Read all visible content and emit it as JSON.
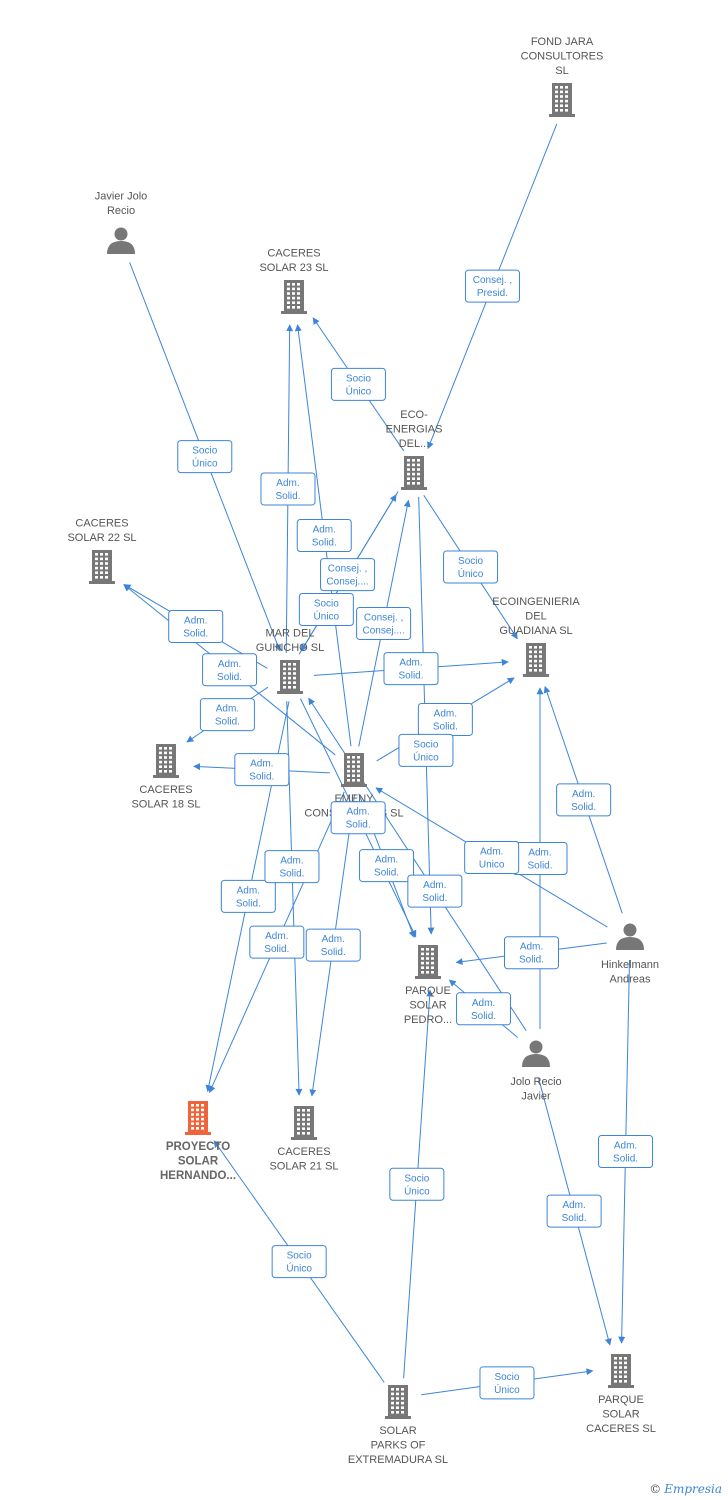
{
  "colors": {
    "edge": "#3d85d8",
    "company": "#777777",
    "person": "#777777",
    "highlight": "#f0643c"
  },
  "watermark": {
    "symbol": "©",
    "brand": "Empresia"
  },
  "nodes": [
    {
      "id": "fondjara",
      "type": "company",
      "lines": [
        "FOND JARA",
        "CONSULTORES",
        "SL"
      ]
    },
    {
      "id": "javierjolo",
      "type": "person",
      "lines": [
        "Javier Jolo",
        "Recio"
      ]
    },
    {
      "id": "caceres23",
      "type": "company",
      "lines": [
        "CACERES",
        "SOLAR 23 SL"
      ]
    },
    {
      "id": "ecoenergias",
      "type": "company",
      "lines": [
        "ECO-",
        "ENERGIAS",
        "DEL..."
      ]
    },
    {
      "id": "caceres22",
      "type": "company",
      "lines": [
        "CACERES",
        "SOLAR 22 SL"
      ]
    },
    {
      "id": "ecoingenieria",
      "type": "company",
      "lines": [
        "ECOINGENIERIA",
        "DEL",
        "GUADIANA  SL"
      ]
    },
    {
      "id": "mardel",
      "type": "company",
      "lines": [
        "MAR DEL",
        "GUINCHO SL"
      ]
    },
    {
      "id": "caceres18",
      "type": "company",
      "lines": [
        "CACERES",
        "SOLAR 18 SL"
      ]
    },
    {
      "id": "emeny",
      "type": "company",
      "lines": [
        "EMENY",
        "CONSULTORES SL"
      ]
    },
    {
      "id": "hinkelmann",
      "type": "person",
      "lines": [
        "Hinkelmann",
        "Andreas"
      ]
    },
    {
      "id": "parquepedro",
      "type": "company",
      "lines": [
        "PARQUE",
        "SOLAR",
        "PEDRO..."
      ]
    },
    {
      "id": "jolorecio",
      "type": "person",
      "lines": [
        "Jolo Recio",
        "Javier"
      ]
    },
    {
      "id": "proyecto",
      "type": "company",
      "main": true,
      "lines": [
        "PROYECTO",
        "SOLAR",
        "HERNANDO..."
      ]
    },
    {
      "id": "caceres21",
      "type": "company",
      "lines": [
        "CACERES",
        "SOLAR 21 SL"
      ]
    },
    {
      "id": "solarparks",
      "type": "company",
      "lines": [
        "SOLAR",
        "PARKS OF",
        "EXTREMADURA SL"
      ]
    },
    {
      "id": "parquecaceres",
      "type": "company",
      "lines": [
        "PARQUE",
        "SOLAR",
        "CACERES SL"
      ]
    }
  ],
  "edges": [
    {
      "from": "fondjara",
      "to": "ecoenergias",
      "lines": [
        "Consej. ,",
        "Presid."
      ]
    },
    {
      "from": "javierjolo",
      "to": "mardel",
      "lines": [
        "Socio",
        "Único"
      ]
    },
    {
      "from": "ecoenergias",
      "to": "caceres23",
      "lines": [
        "Socio",
        "Único"
      ]
    },
    {
      "from": "mardel",
      "to": "caceres23",
      "lines": [
        "Adm.",
        "Solid."
      ]
    },
    {
      "from": "emeny",
      "to": "caceres23",
      "lines": [
        "Adm.",
        "Solid."
      ]
    },
    {
      "from": "ecoenergias",
      "to": "ecoingenieria",
      "lines": [
        "Socio",
        "Único"
      ]
    },
    {
      "from": "mardel",
      "to": "ecoenergias",
      "lines": [
        "Consej. ,",
        "Consej...."
      ]
    },
    {
      "from": "emeny",
      "to": "ecoenergias",
      "lines": [
        "Consej. ,",
        "Consej...."
      ]
    },
    {
      "from": "ecoenergias",
      "to": "mardel",
      "lines": [
        "Socio",
        "Único"
      ]
    },
    {
      "from": "mardel",
      "to": "caceres22",
      "lines": [
        "Adm.",
        "Solid."
      ]
    },
    {
      "from": "emeny",
      "to": "caceres22",
      "lines": [
        "Adm.",
        "Solid."
      ]
    },
    {
      "from": "mardel",
      "to": "caceres18",
      "lines": [
        "Adm.",
        "Solid."
      ]
    },
    {
      "from": "emeny",
      "to": "caceres18",
      "lines": [
        "Adm.",
        "Solid."
      ]
    },
    {
      "from": "mardel",
      "to": "ecoingenieria",
      "lines": [
        "Adm.",
        "Solid."
      ]
    },
    {
      "from": "emeny",
      "to": "ecoingenieria",
      "lines": [
        "Adm.",
        "Solid."
      ]
    },
    {
      "from": "ecoenergias",
      "to": "parquepedro",
      "lines": [
        "Socio",
        "Único"
      ]
    },
    {
      "from": "hinkelmann",
      "to": "ecoingenieria",
      "lines": [
        "Adm.",
        "Solid."
      ]
    },
    {
      "from": "jolorecio",
      "to": "ecoingenieria",
      "lines": [
        "Adm.",
        "Solid."
      ]
    },
    {
      "from": "hinkelmann",
      "to": "emeny",
      "lines": [
        "Adm.",
        "Unico"
      ]
    },
    {
      "from": "mardel",
      "to": "parquepedro",
      "lines": [
        "Adm.",
        "Solid."
      ]
    },
    {
      "from": "emeny",
      "to": "parquepedro",
      "lines": [
        "Adm.",
        "Solid."
      ]
    },
    {
      "from": "hinkelmann",
      "to": "parquepedro",
      "lines": [
        "Adm.",
        "Solid."
      ]
    },
    {
      "from": "jolorecio",
      "to": "parquepedro",
      "lines": [
        "Adm.",
        "Solid."
      ]
    },
    {
      "from": "jolorecio",
      "to": "mardel",
      "lines": [
        "Adm.",
        "Solid."
      ]
    },
    {
      "from": "mardel",
      "to": "proyecto",
      "lines": [
        "Adm.",
        "Solid."
      ]
    },
    {
      "from": "emeny",
      "to": "proyecto",
      "lines": [
        "Adm.",
        "Solid."
      ]
    },
    {
      "from": "mardel",
      "to": "caceres21",
      "lines": [
        "Adm.",
        "Solid."
      ]
    },
    {
      "from": "emeny",
      "to": "caceres21",
      "lines": [
        "Adm.",
        "Solid."
      ]
    },
    {
      "from": "solarparks",
      "to": "proyecto",
      "lines": [
        "Socio",
        "Único"
      ]
    },
    {
      "from": "solarparks",
      "to": "parquepedro",
      "lines": [
        "Socio",
        "Único"
      ]
    },
    {
      "from": "solarparks",
      "to": "parquecaceres",
      "lines": [
        "Socio",
        "Único"
      ]
    },
    {
      "from": "hinkelmann",
      "to": "parquecaceres",
      "lines": [
        "Adm.",
        "Solid."
      ]
    },
    {
      "from": "jolorecio",
      "to": "parquecaceres",
      "lines": [
        "Adm.",
        "Solid."
      ]
    }
  ]
}
